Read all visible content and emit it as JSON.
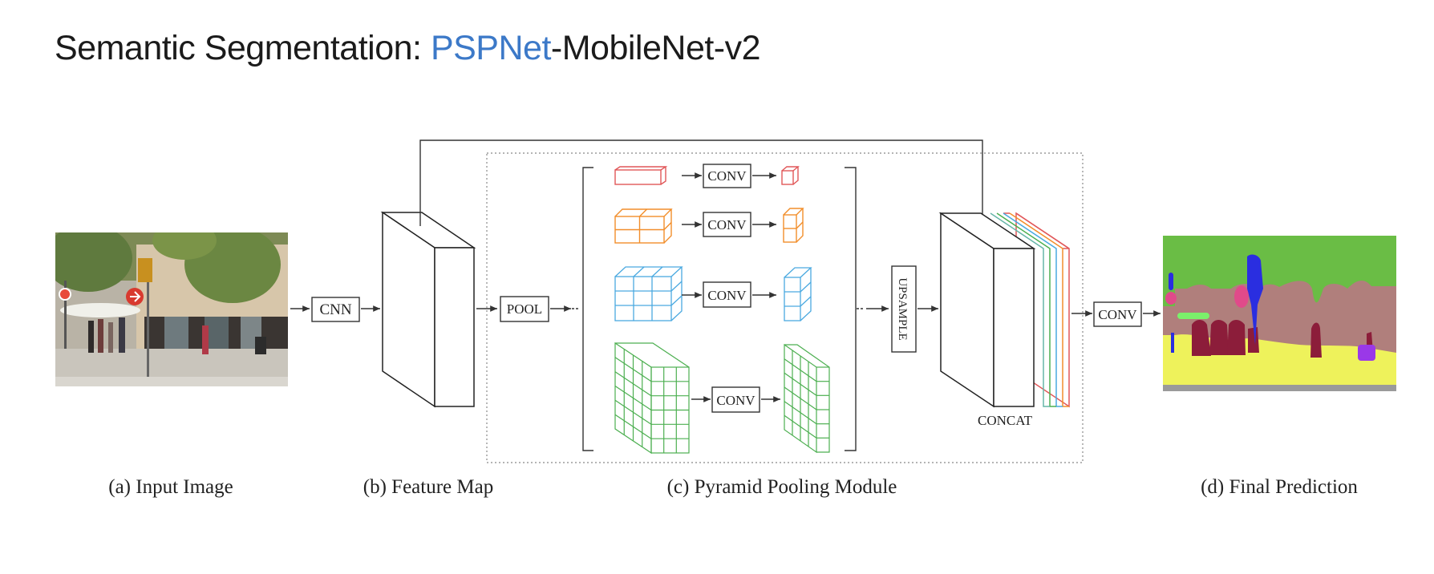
{
  "title": {
    "prefix": "Semantic Segmentation: ",
    "highlight": "PSPNet",
    "suffix": "-MobileNet-v2"
  },
  "colors": {
    "title_highlight": "#3c79c8",
    "level_red": "#e15759",
    "level_orange": "#f28e2b",
    "level_blue": "#4aa9e0",
    "level_green": "#4caf50",
    "concat_teal": "#66b5a8"
  },
  "diagram": {
    "ops": {
      "cnn": "CNN",
      "pool": "POOL",
      "conv": "CONV",
      "upsample": "UPSAMPLE",
      "concat": "CONCAT"
    },
    "captions": {
      "input": "(a) Input Image",
      "feature": "(b) Feature Map",
      "ppm": "(c) Pyramid Pooling Module",
      "prediction": "(d) Final Prediction"
    },
    "images": {
      "input": "street-scene-photo",
      "prediction": "segmentation-mask"
    }
  }
}
